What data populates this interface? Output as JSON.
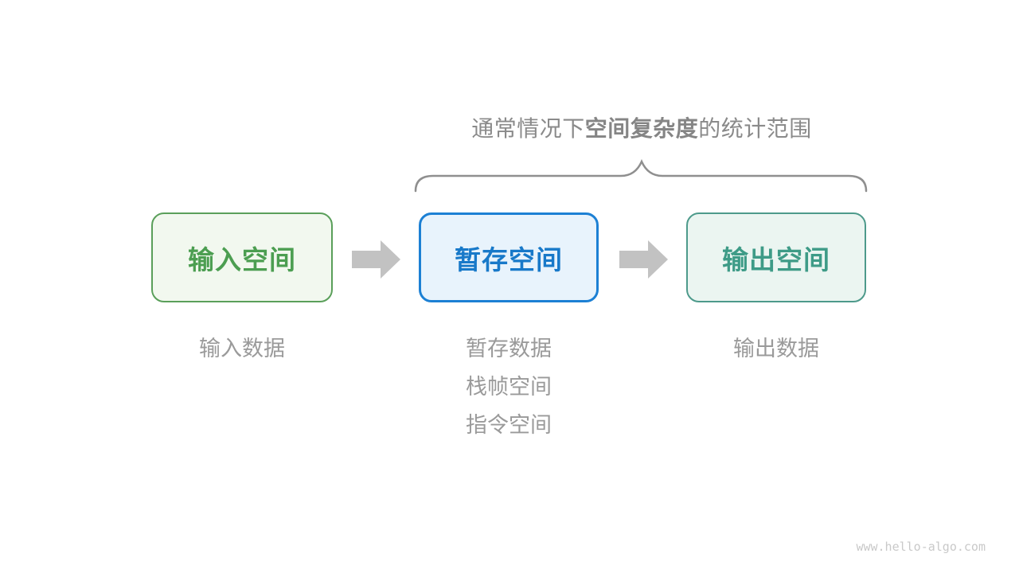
{
  "page": {
    "background": "#ffffff",
    "watermark": "www.hello-algo.com"
  },
  "annotation": {
    "title_prefix": "通常情况下",
    "title_bold": "空间复杂度",
    "title_suffix": "的统计范围",
    "text_color": "#8a8a8a",
    "brace_color": "#8f8f8f"
  },
  "arrows": {
    "color": "#c2c2c2",
    "direction": "right"
  },
  "boxes": [
    {
      "id": "input-space",
      "label": "输入空间",
      "text_color": "#4c9e51",
      "border_color": "#5a9f5a",
      "bg_color": "#f2f8ef",
      "caption": [
        "输入数据"
      ]
    },
    {
      "id": "temporary-space",
      "label": "暂存空间",
      "text_color": "#1879c9",
      "border_color": "#1c80d4",
      "bg_color": "#e8f3fc",
      "caption": [
        "暂存数据",
        "栈帧空间",
        "指令空间"
      ]
    },
    {
      "id": "output-space",
      "label": "输出空间",
      "text_color": "#3e9b87",
      "border_color": "#4d9a8b",
      "bg_color": "#ebf5f1",
      "caption": [
        "输出数据"
      ]
    }
  ]
}
